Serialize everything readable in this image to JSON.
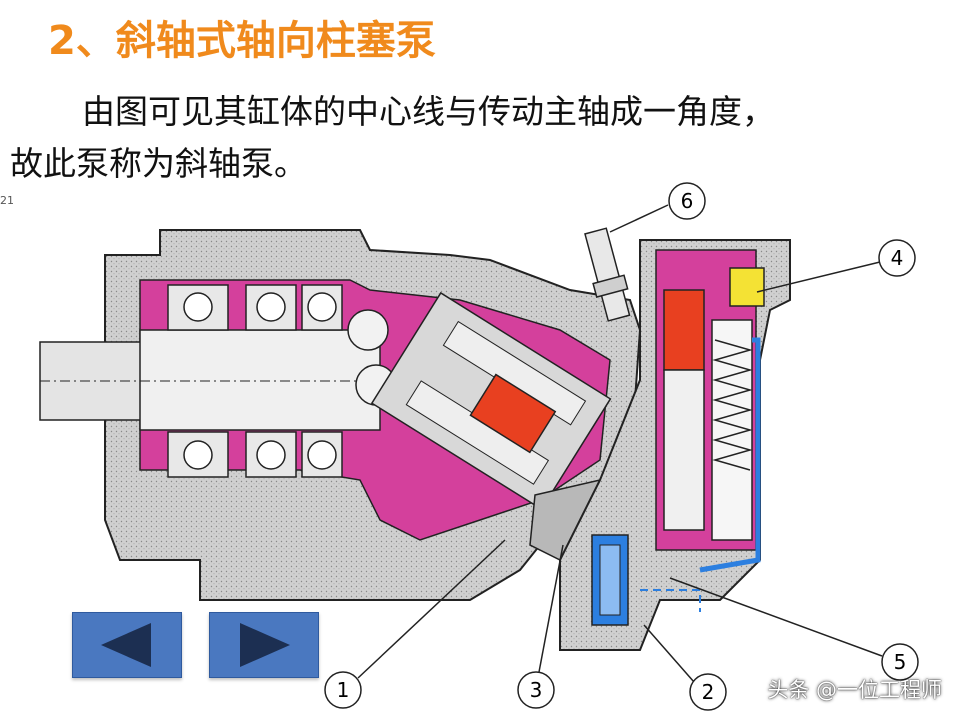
{
  "slide": {
    "title": "2、斜轴式轴向柱塞泵",
    "text_line1": "由图可见其缸体的中心线与传动主轴成一角度，",
    "text_line2": "故此泵称为斜轴泵。"
  },
  "figure": {
    "corner_label": "21",
    "callouts": [
      "1",
      "2",
      "3",
      "4",
      "5",
      "6"
    ],
    "colors": {
      "housing": "#c9c9c9",
      "magenta": "#d4409c",
      "red": "#e84020",
      "blue": "#2c7fe0",
      "yellow": "#f4e234",
      "gray": "#b8b8b8"
    }
  },
  "navigation": {
    "prev_icon": "triangle-left-icon",
    "next_icon": "triangle-right-icon"
  },
  "watermark": {
    "text": "头条 @一位工程师"
  }
}
